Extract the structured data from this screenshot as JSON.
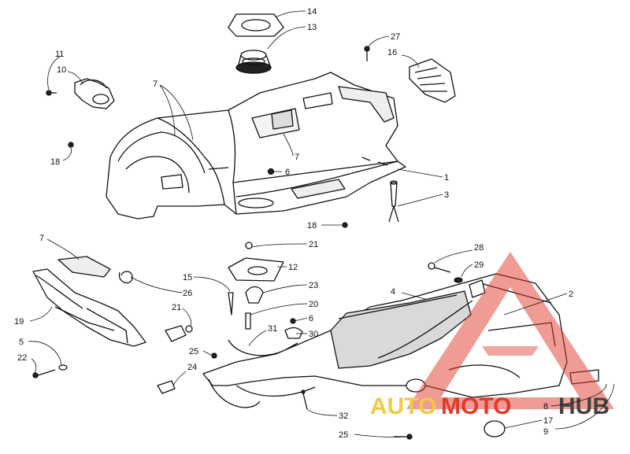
{
  "figure": {
    "callouts": [
      {
        "id": "c1",
        "label": "1"
      },
      {
        "id": "c2",
        "label": "2"
      },
      {
        "id": "c3",
        "label": "3"
      },
      {
        "id": "c4",
        "label": "4"
      },
      {
        "id": "c5",
        "label": "5"
      },
      {
        "id": "c6a",
        "label": "6"
      },
      {
        "id": "c6b",
        "label": "6"
      },
      {
        "id": "c7a",
        "label": "7"
      },
      {
        "id": "c7b",
        "label": "7"
      },
      {
        "id": "c7c",
        "label": "7"
      },
      {
        "id": "c8",
        "label": "8"
      },
      {
        "id": "c9",
        "label": "9"
      },
      {
        "id": "c10",
        "label": "10"
      },
      {
        "id": "c11",
        "label": "11"
      },
      {
        "id": "c12",
        "label": "12"
      },
      {
        "id": "c13",
        "label": "13"
      },
      {
        "id": "c14",
        "label": "14"
      },
      {
        "id": "c15",
        "label": "15"
      },
      {
        "id": "c16",
        "label": "16"
      },
      {
        "id": "c17",
        "label": "17"
      },
      {
        "id": "c18a",
        "label": "18"
      },
      {
        "id": "c18b",
        "label": "18"
      },
      {
        "id": "c19",
        "label": "19"
      },
      {
        "id": "c20",
        "label": "20"
      },
      {
        "id": "c21a",
        "label": "21"
      },
      {
        "id": "c21b",
        "label": "21"
      },
      {
        "id": "c22",
        "label": "22"
      },
      {
        "id": "c23",
        "label": "23"
      },
      {
        "id": "c24",
        "label": "24"
      },
      {
        "id": "c25a",
        "label": "25"
      },
      {
        "id": "c25b",
        "label": "25"
      },
      {
        "id": "c26",
        "label": "26"
      },
      {
        "id": "c27",
        "label": "27"
      },
      {
        "id": "c28",
        "label": "28"
      },
      {
        "id": "c29",
        "label": "29"
      },
      {
        "id": "c30",
        "label": "30"
      },
      {
        "id": "c31",
        "label": "31"
      },
      {
        "id": "c32",
        "label": "32"
      }
    ]
  },
  "watermark": {
    "part1": "AUTO",
    "part2": "MOTO",
    "part3": "HUB",
    "color_red": "#e03a2c",
    "color_yellow": "#f3c84a",
    "color_dark": "#444444"
  }
}
